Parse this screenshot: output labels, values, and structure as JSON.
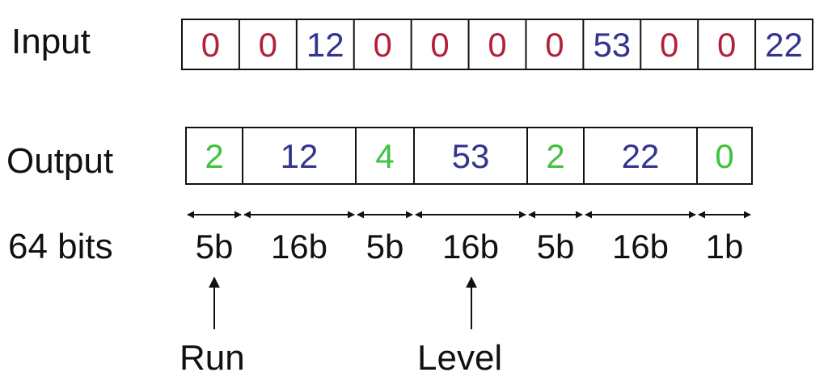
{
  "labels": {
    "input": "Input",
    "output": "Output",
    "total_bits": "64 bits",
    "run": "Run",
    "level": "Level"
  },
  "colors": {
    "zero": "#b0223a",
    "value": "#33348e",
    "run": "#3ec23e",
    "text": "#111111"
  },
  "input_cells": [
    {
      "text": "0",
      "kind": "zero"
    },
    {
      "text": "0",
      "kind": "zero"
    },
    {
      "text": "12",
      "kind": "value"
    },
    {
      "text": "0",
      "kind": "zero"
    },
    {
      "text": "0",
      "kind": "zero"
    },
    {
      "text": "0",
      "kind": "zero"
    },
    {
      "text": "0",
      "kind": "zero"
    },
    {
      "text": "53",
      "kind": "value"
    },
    {
      "text": "0",
      "kind": "zero"
    },
    {
      "text": "0",
      "kind": "zero"
    },
    {
      "text": "22",
      "kind": "value"
    }
  ],
  "output_cells": [
    {
      "text": "2",
      "kind": "run",
      "bits": "5b"
    },
    {
      "text": "12",
      "kind": "value",
      "bits": "16b"
    },
    {
      "text": "4",
      "kind": "run",
      "bits": "5b"
    },
    {
      "text": "53",
      "kind": "value",
      "bits": "16b"
    },
    {
      "text": "2",
      "kind": "run",
      "bits": "5b"
    },
    {
      "text": "22",
      "kind": "value",
      "bits": "16b"
    },
    {
      "text": "0",
      "kind": "run",
      "bits": "1b"
    }
  ]
}
